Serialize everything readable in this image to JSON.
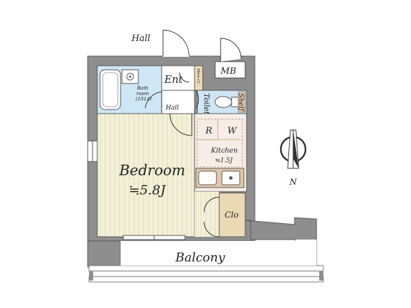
{
  "labels": {
    "hall_top": "Hall",
    "ent": "Ent",
    "mb": "MB",
    "shoe_closet": "Shoe Cl",
    "bathroom_line1": "Bath",
    "bathroom_line2": "room",
    "bathroom_line3": "(1014)",
    "toilet": "Toilet",
    "shelf": "Shelf",
    "hall_inner": "Hall",
    "r": "R",
    "w": "W",
    "kitchen": "Kitchen",
    "kitchen_size": "≒1.5J",
    "bedroom": "Bedroom",
    "bedroom_size": "≒5.8J",
    "closet": "Clo",
    "balcony": "Balcony",
    "compass_n": "N"
  },
  "colors": {
    "wall": "#8e8e8e",
    "wall_edge": "#555555",
    "bath_blue": "#cfe6f5",
    "bedroom_floor": "#f3f0d8",
    "bedroom_stripe": "#e4e0c2",
    "kitchen_floor": "#f6ede6",
    "closet": "#ead9b4",
    "counter": "#e3c8a8",
    "grid_line": "#c69a8a"
  },
  "compass_icon": "north-arrow-icon"
}
